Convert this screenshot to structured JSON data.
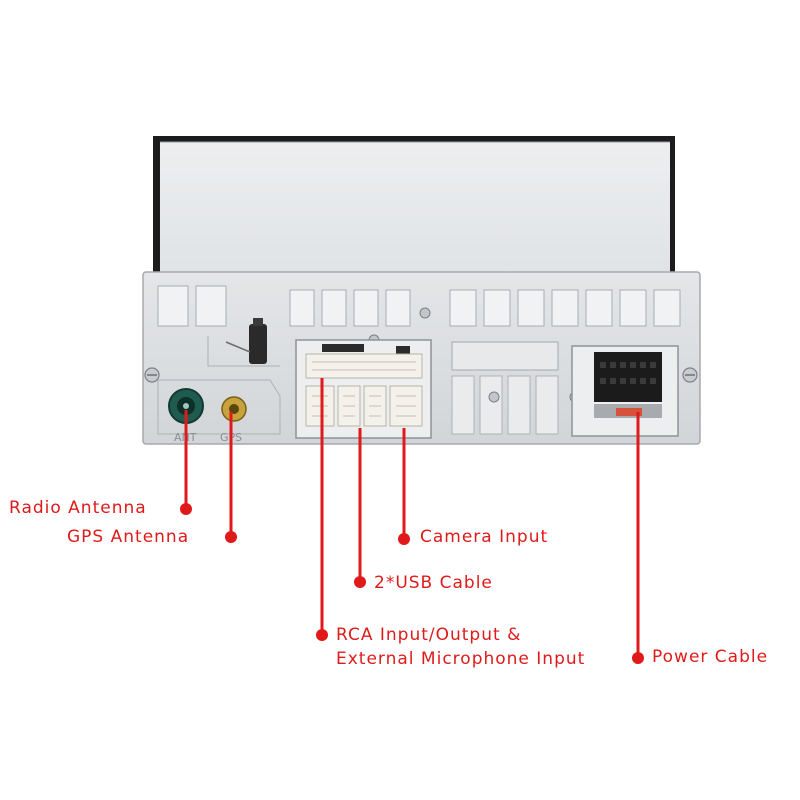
{
  "colors": {
    "accent": "#e01a1a",
    "housing": "#d9dcdf",
    "screen": "#e6e8ea"
  },
  "device": {
    "port_markings": {
      "ant": "ANT",
      "gps": "GPS"
    }
  },
  "callouts": {
    "radio_antenna": "Radio Antenna",
    "gps_antenna": "GPS Antenna",
    "camera_input": "Camera Input",
    "usb_cable": "2*USB Cable",
    "rca_line1": "RCA Input/Output &",
    "rca_line2": "External Microphone Input",
    "power_cable": "Power Cable"
  }
}
